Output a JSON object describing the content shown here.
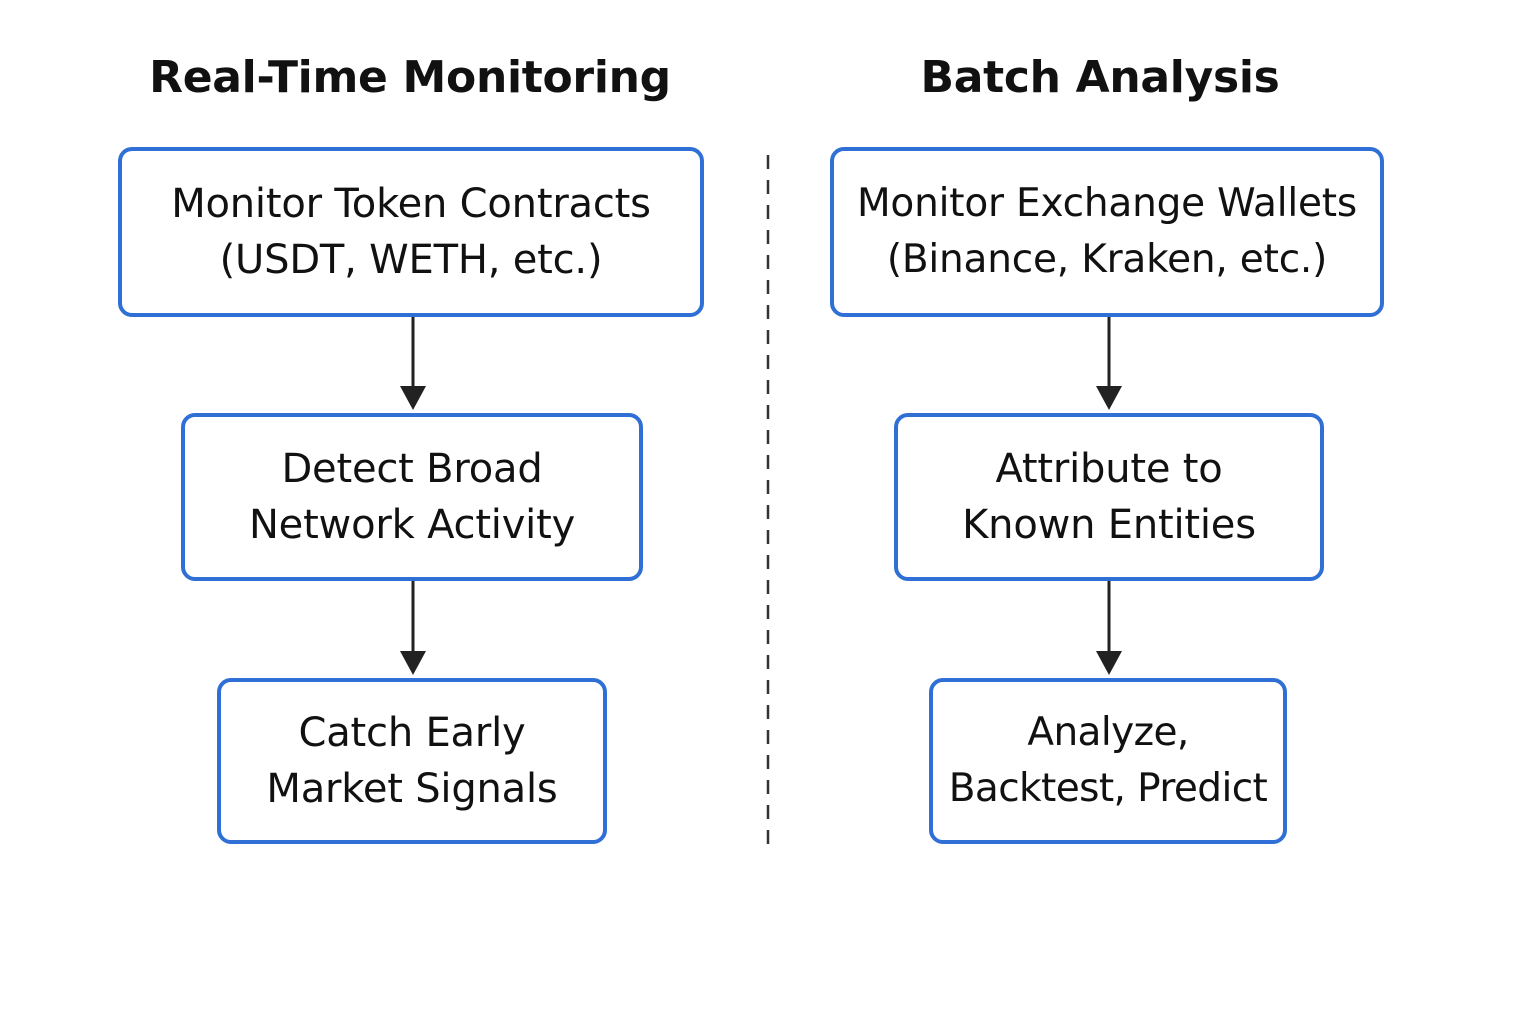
{
  "columns": [
    {
      "title": "Real-Time Monitoring",
      "steps": [
        {
          "line1": "Monitor Token Contracts",
          "line2": "(USDT, WETH, etc.)"
        },
        {
          "line1": "Detect Broad",
          "line2": "Network Activity"
        },
        {
          "line1": "Catch Early",
          "line2": "Market Signals"
        }
      ]
    },
    {
      "title": "Batch Analysis",
      "steps": [
        {
          "line1": "Monitor Exchange Wallets",
          "line2": "(Binance, Kraken, etc.)"
        },
        {
          "line1": "Attribute to",
          "line2": "Known Entities"
        },
        {
          "line1": "Analyze,",
          "line2": "Backtest, Predict"
        }
      ]
    }
  ],
  "colors": {
    "box_border": "#2f6fd6",
    "text": "#111111",
    "arrow": "#222222",
    "divider": "#333333"
  }
}
